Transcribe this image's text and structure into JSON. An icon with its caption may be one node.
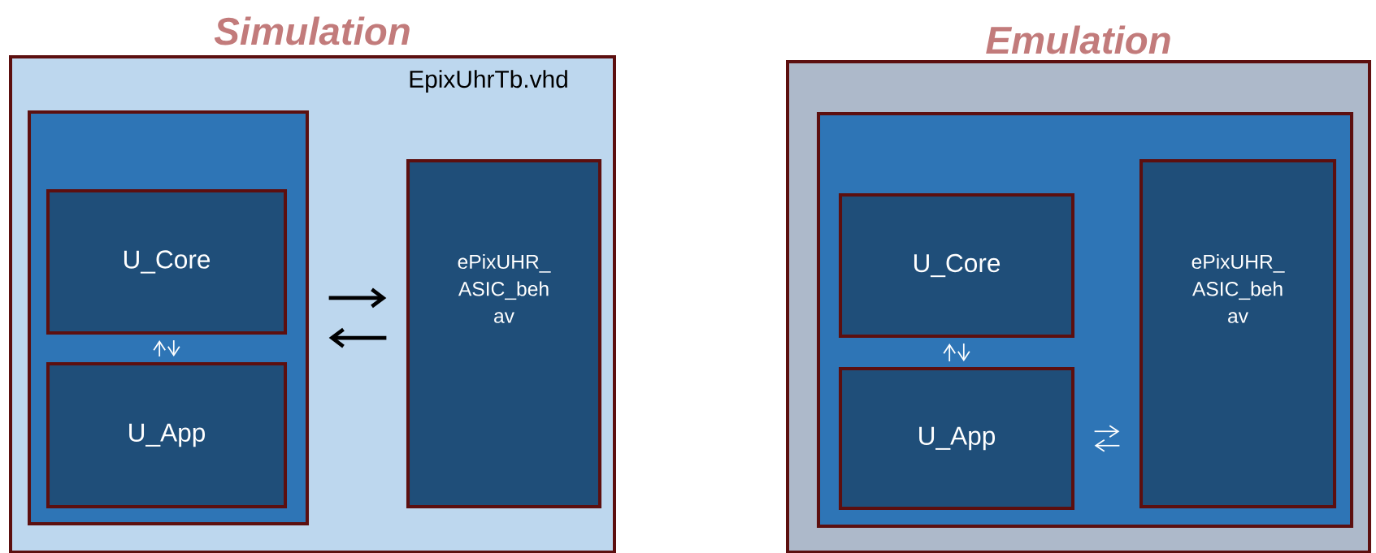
{
  "diagram": {
    "nodes": [
      {
        "text": [
          "Simulation",
          "EpixUhrTb.vhd"
        ]
      },
      {
        "text": [],
        "shape": "box",
        "in": 0
      },
      {
        "text": [
          "U_Core"
        ],
        "in": 1
      },
      {
        "text": [
          "U_App"
        ],
        "in": 1
      },
      {
        "text": [
          "ePixUHR_ ASIC_beh av"
        ],
        "in": 0
      },
      {
        "text": [
          "Emulation"
        ]
      },
      {
        "text": [],
        "shape": "box",
        "in": 5
      },
      {
        "text": [
          "U_Core"
        ],
        "in": 6
      },
      {
        "text": [
          "U_App"
        ],
        "in": 6
      },
      {
        "text": [
          "ePixUHR_ ASIC_beh av"
        ],
        "in": 6
      }
    ],
    "edges": [
      {
        "from": 3,
        "to": 2,
        "arrow": "to"
      },
      {
        "from": 2,
        "to": 3,
        "arrow": "to"
      },
      {
        "from": 1,
        "to": 4,
        "arrow": "to",
        "style": "thick",
        "color": "#000000"
      },
      {
        "from": 4,
        "to": 1,
        "arrow": "to",
        "style": "thick",
        "color": "#000000"
      },
      {
        "from": 8,
        "to": 7,
        "arrow": "to"
      },
      {
        "from": 7,
        "to": 8,
        "arrow": "to"
      },
      {
        "from": 8,
        "to": 9,
        "arrow": "to"
      },
      {
        "from": 9,
        "to": 8,
        "arrow": "to"
      }
    ]
  }
}
